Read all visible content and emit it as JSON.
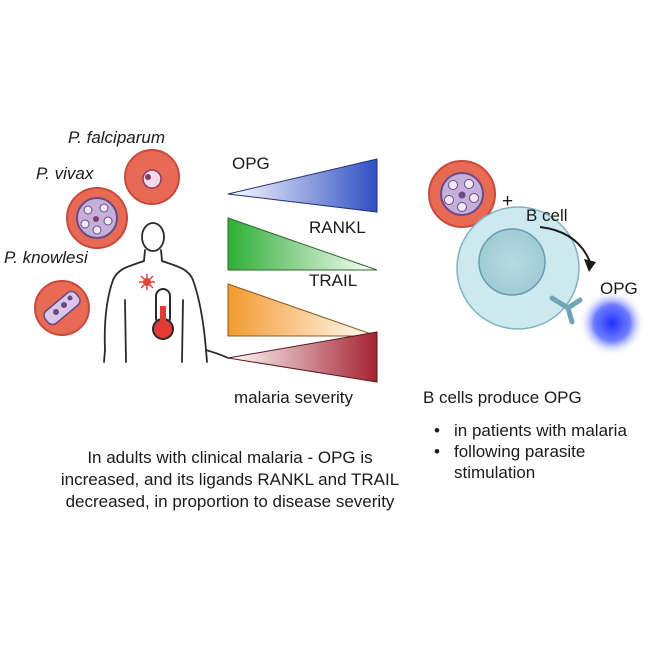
{
  "species": {
    "falciparum": "P. falciparum",
    "vivax": "P. vivax",
    "knowlesi": "P. knowlesi"
  },
  "wedges": {
    "opg": "OPG",
    "rankl": "RANKL",
    "trail": "TRAIL",
    "severity": "malaria severity"
  },
  "right_panel": {
    "plus": "+",
    "b_cell": "B cell",
    "opg": "OPG",
    "heading": "B cells produce OPG",
    "bullets": [
      "in patients with malaria",
      "following parasite stimulation"
    ]
  },
  "caption": "In adults with clinical malaria - OPG is increased, and its ligands RANKL and TRAIL decreased, in proportion to disease severity",
  "colors": {
    "opg": "#3b57c6",
    "rankl": "#3cb43c",
    "trail": "#f0a040",
    "severity": "#a82a36",
    "rbc": "#e66555",
    "b_cell": "#cde8ee"
  }
}
